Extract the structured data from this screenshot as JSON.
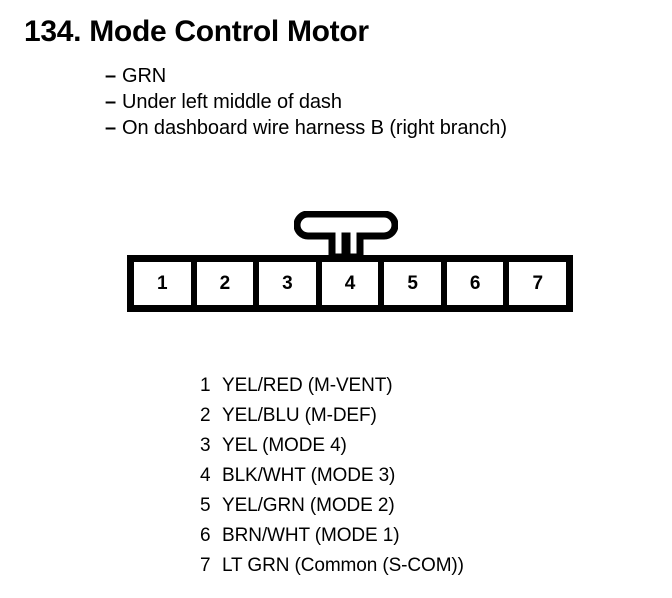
{
  "title": "134. Mode Control Motor",
  "notes": {
    "dash": "–",
    "items": [
      "GRN",
      "Under left middle of dash",
      "On dashboard wire harness B (right branch)"
    ]
  },
  "connector": {
    "latch_icon": "connector-latch-tab",
    "pins": [
      {
        "number": "1"
      },
      {
        "number": "2"
      },
      {
        "number": "3"
      },
      {
        "number": "4"
      },
      {
        "number": "5"
      },
      {
        "number": "6"
      },
      {
        "number": "7"
      }
    ]
  },
  "legend": {
    "rows": [
      {
        "number": "1",
        "description": "YEL/RED (M-VENT)"
      },
      {
        "number": "2",
        "description": "YEL/BLU (M-DEF)"
      },
      {
        "number": "3",
        "description": "YEL (MODE 4)"
      },
      {
        "number": "4",
        "description": "BLK/WHT (MODE 3)"
      },
      {
        "number": "5",
        "description": "YEL/GRN (MODE 2)"
      },
      {
        "number": "6",
        "description": "BRN/WHT (MODE 1)"
      },
      {
        "number": "7",
        "description": "LT GRN (Common (S-COM))"
      }
    ]
  },
  "colors": {
    "ink": "#000000",
    "paper": "#ffffff"
  }
}
